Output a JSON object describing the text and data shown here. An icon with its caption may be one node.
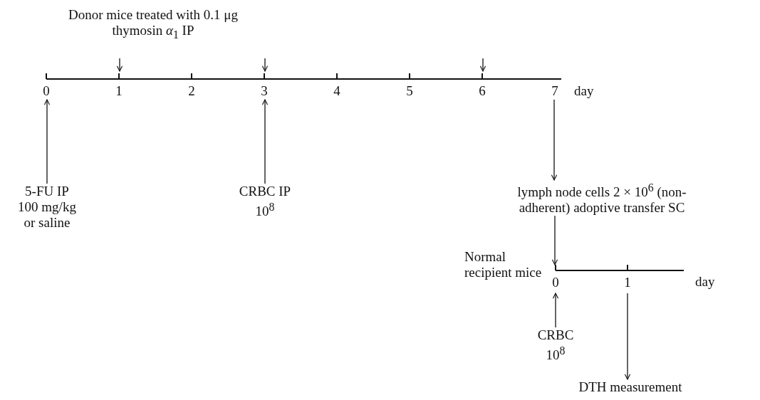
{
  "diagram": {
    "nodes": [
      {
        "text": [],
        "shape": "bar"
      },
      {
        "text": [
          "5-FU IP 100 mg/kg or saline"
        ]
      },
      {
        "text": [
          "CRBC IP 10$^{8}$"
        ]
      },
      {
        "text": [
          "lymph node cells 2 × 10$^{6}$ (non-adherent) adoptive transfer SC"
        ]
      },
      {
        "text": [],
        "shape": "bar"
      },
      {
        "text": [
          "CRBC 10$^{8}$"
        ]
      },
      {
        "text": [
          "DTH measurement"
        ]
      }
    ],
    "edges": [
      {
        "from": null,
        "to": 0,
        "arrow": "to"
      },
      {
        "from": null,
        "to": 0,
        "arrow": "to"
      },
      {
        "from": null,
        "to": 0,
        "arrow": "to"
      },
      {
        "from": 1,
        "to": 0,
        "arrow": "to"
      },
      {
        "from": 2,
        "to": 0,
        "arrow": "to"
      },
      {
        "from": 0,
        "to": 3,
        "arrow": "to"
      },
      {
        "from": 3,
        "to": 4,
        "arrow": "to"
      },
      {
        "from": 5,
        "to": 4,
        "arrow": "to"
      },
      {
        "from": 4,
        "to": 6,
        "arrow": "to"
      }
    ],
    "labels": [
      "Donor mice treated with 0.1 μg thymosin *α*$_{1}$ IP",
      "0",
      "1",
      "2",
      "3",
      "4",
      "5",
      "6",
      "7",
      "day",
      "Normal recipient mice",
      "0",
      "1",
      "day"
    ]
  }
}
